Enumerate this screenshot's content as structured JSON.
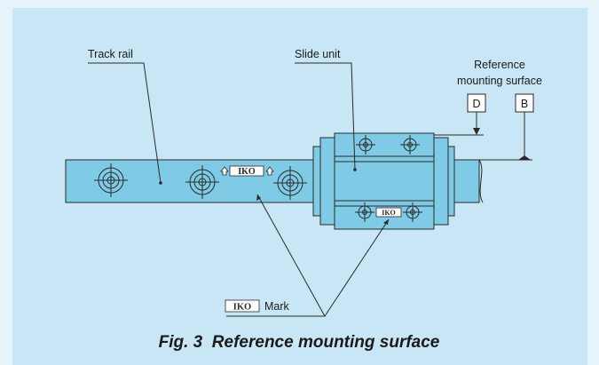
{
  "labels": {
    "track_rail": "Track rail",
    "slide_unit": "Slide unit",
    "reference_line1": "Reference",
    "reference_line2": "mounting surface",
    "datum_d": "D",
    "datum_b": "B",
    "logo_text": "IKO",
    "mark_suffix": "Mark"
  },
  "caption": "Fig. 3  Reference mounting surface",
  "colors": {
    "background": "#e6f3fb",
    "panel": "#c9e6f6",
    "part_fill": "#7fcbe6",
    "line": "#2a2a2a"
  }
}
